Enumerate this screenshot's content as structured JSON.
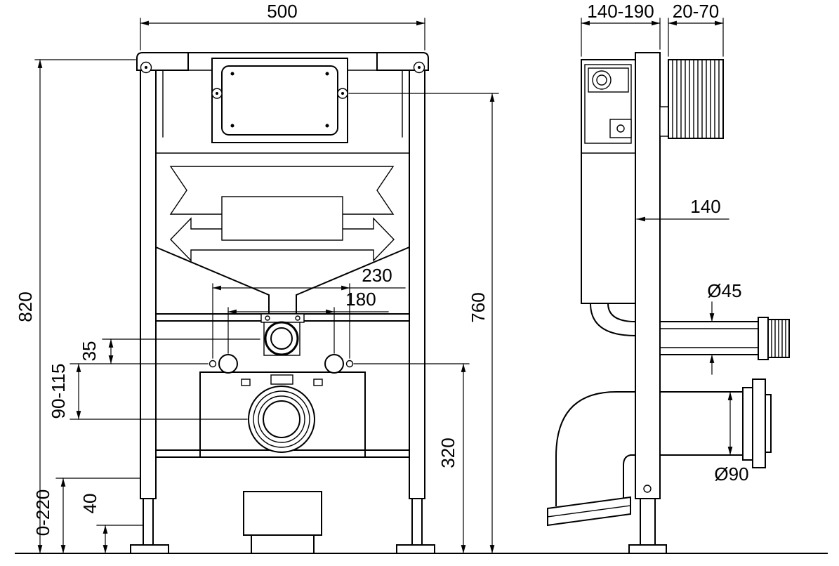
{
  "drawing": {
    "background": "#ffffff",
    "line_color": "#000000"
  },
  "front_view": {
    "dims": {
      "width": "500",
      "overall_height": "820",
      "inner_height": "760",
      "hole_spacing_outer": "230",
      "hole_spacing_inner": "180",
      "inlet_offset": "35",
      "fixing_height_range": "90-115",
      "outlet_height": "320",
      "foot_adjust_range": "0-220",
      "foot_plate_height": "40"
    }
  },
  "side_view": {
    "dims": {
      "frame_depth_range": "140-190",
      "wall_offset_range": "20-70",
      "frame_depth": "140",
      "inlet_diameter": "Ø45",
      "outlet_diameter": "Ø90"
    }
  }
}
